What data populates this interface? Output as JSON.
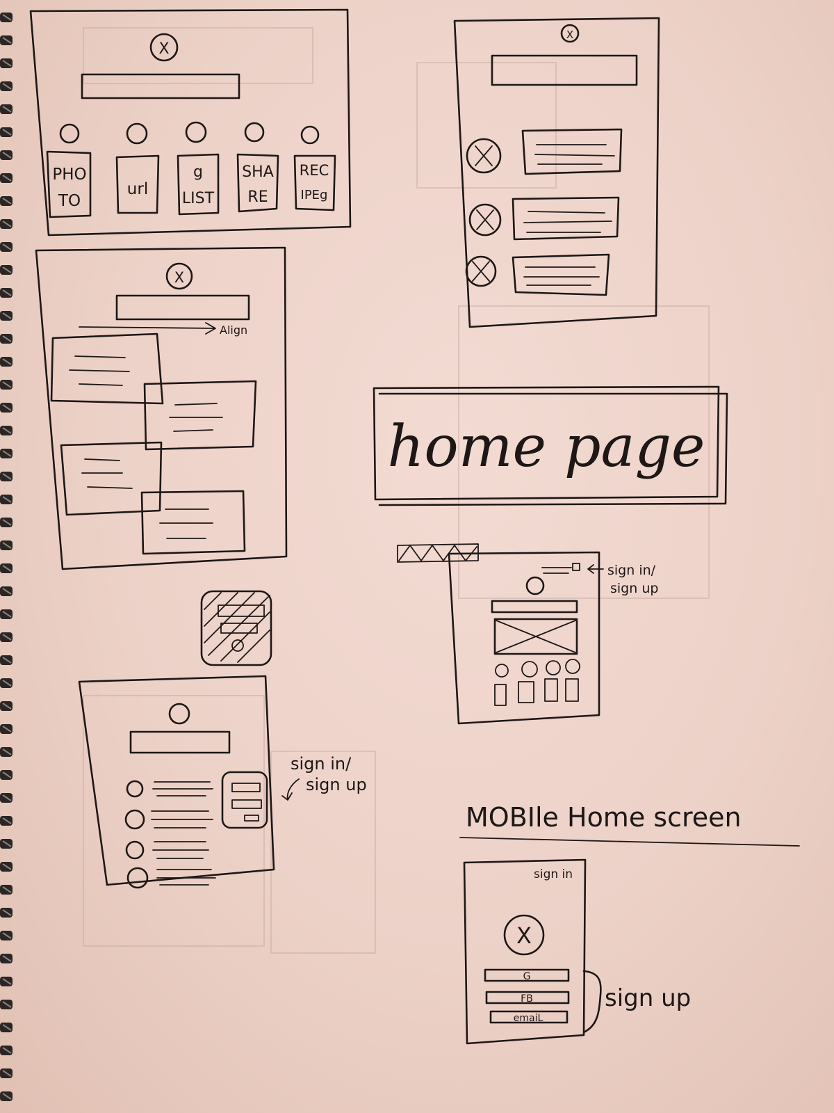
{
  "media_sketch": {
    "close_mark": "X",
    "source_tiles": [
      {
        "line1": "PHO",
        "line2": "TO"
      },
      {
        "line1": "url",
        "line2": ""
      },
      {
        "line1": "g",
        "line2": "LIST"
      },
      {
        "line1": "SHA",
        "line2": "RE"
      },
      {
        "line1": "REC",
        "line2": "IPEg"
      }
    ]
  },
  "align_sketch": {
    "close_mark": "X",
    "arrow_label": "Align"
  },
  "list_sketch": {
    "close_mark": "X"
  },
  "home_page_title": "home page",
  "desktop_home": {
    "callout": {
      "line1": "sign in/",
      "line2": "sign up"
    }
  },
  "signin_list_sketch": {
    "callout": {
      "line1": "sign in/",
      "line2": "sign up"
    }
  },
  "mobile_home": {
    "heading": "MOBIle Home screen",
    "sign_in_link": "sign in",
    "close_mark": "X",
    "buttons": [
      "G",
      "FB",
      "emaiL"
    ],
    "bracket_label": "sign up"
  },
  "colors": {
    "ink": "#1d1716",
    "paper": "#f3dbd3"
  }
}
